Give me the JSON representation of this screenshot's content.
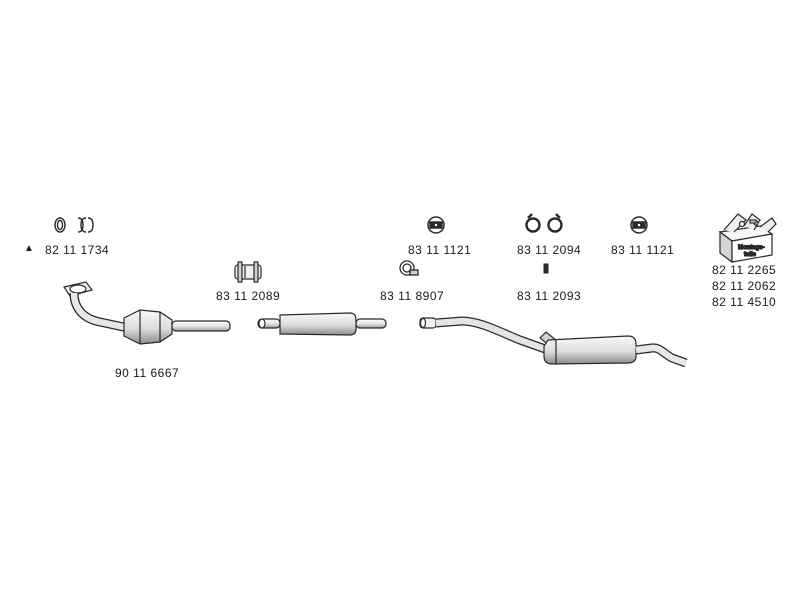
{
  "part_numbers": {
    "gasket_set": "82 11 1734",
    "catalytic_converter": "90 11 6667",
    "clamp_front": "83 11 2089",
    "clamp_middle": "83 11 8907",
    "hanger_left": "83 11 1121",
    "hanger_pair": "83 11 2094",
    "hanger_bolt": "83 11 2093",
    "hanger_right": "83 11 1121",
    "mounting_kit_1": "82 11 2265",
    "mounting_kit_2": "82 11 2062",
    "mounting_kit_3": "82 11 4510"
  },
  "mounting_box_label_line1": "Montage-",
  "mounting_box_label_line2": "teile",
  "gasket_warning_marker": "▲",
  "colors": {
    "line": "#2a2a2a",
    "fill": "#f4f4f4",
    "shade": "#c8c8c8",
    "text": "#1a1a1a"
  },
  "icons": {
    "gasket": "gasket-rings-icon",
    "clamp": "pipe-clamp-icon",
    "hanger": "rubber-hanger-icon",
    "box": "mounting-parts-box-icon"
  }
}
